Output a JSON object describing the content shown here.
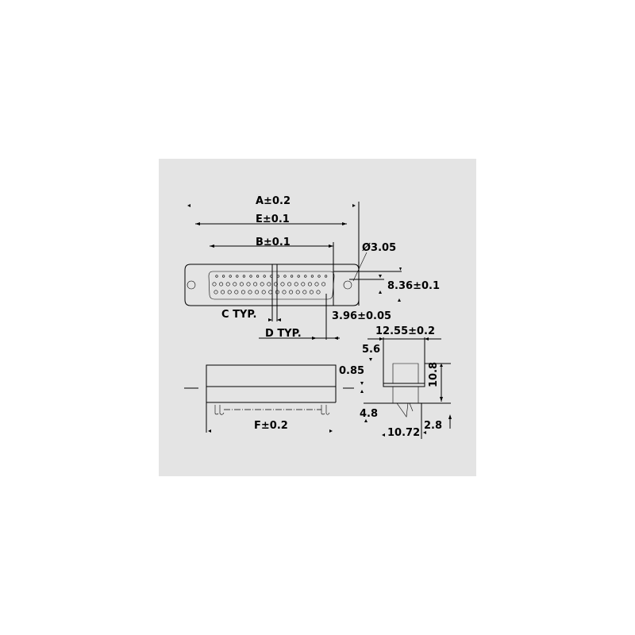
{
  "title": "D-sub connector dimensional drawing",
  "labels": {
    "a": "A±0.2",
    "e": "E±0.1",
    "b": "B±0.1",
    "hole_dia": "Ø3.05",
    "h836": "8.36±0.1",
    "c_typ": "C TYP.",
    "d_typ": "D TYP.",
    "p396": "3.96±0.05",
    "w1255": "12.55±0.2",
    "h56": "5.6",
    "t085": "0.85",
    "h108": "10.8",
    "h48": "4.8",
    "w1072": "10.72",
    "h28": "2.8",
    "f": "F±0.2"
  },
  "colors": {
    "panel": "#e4e4e4",
    "ink": "#000000"
  }
}
